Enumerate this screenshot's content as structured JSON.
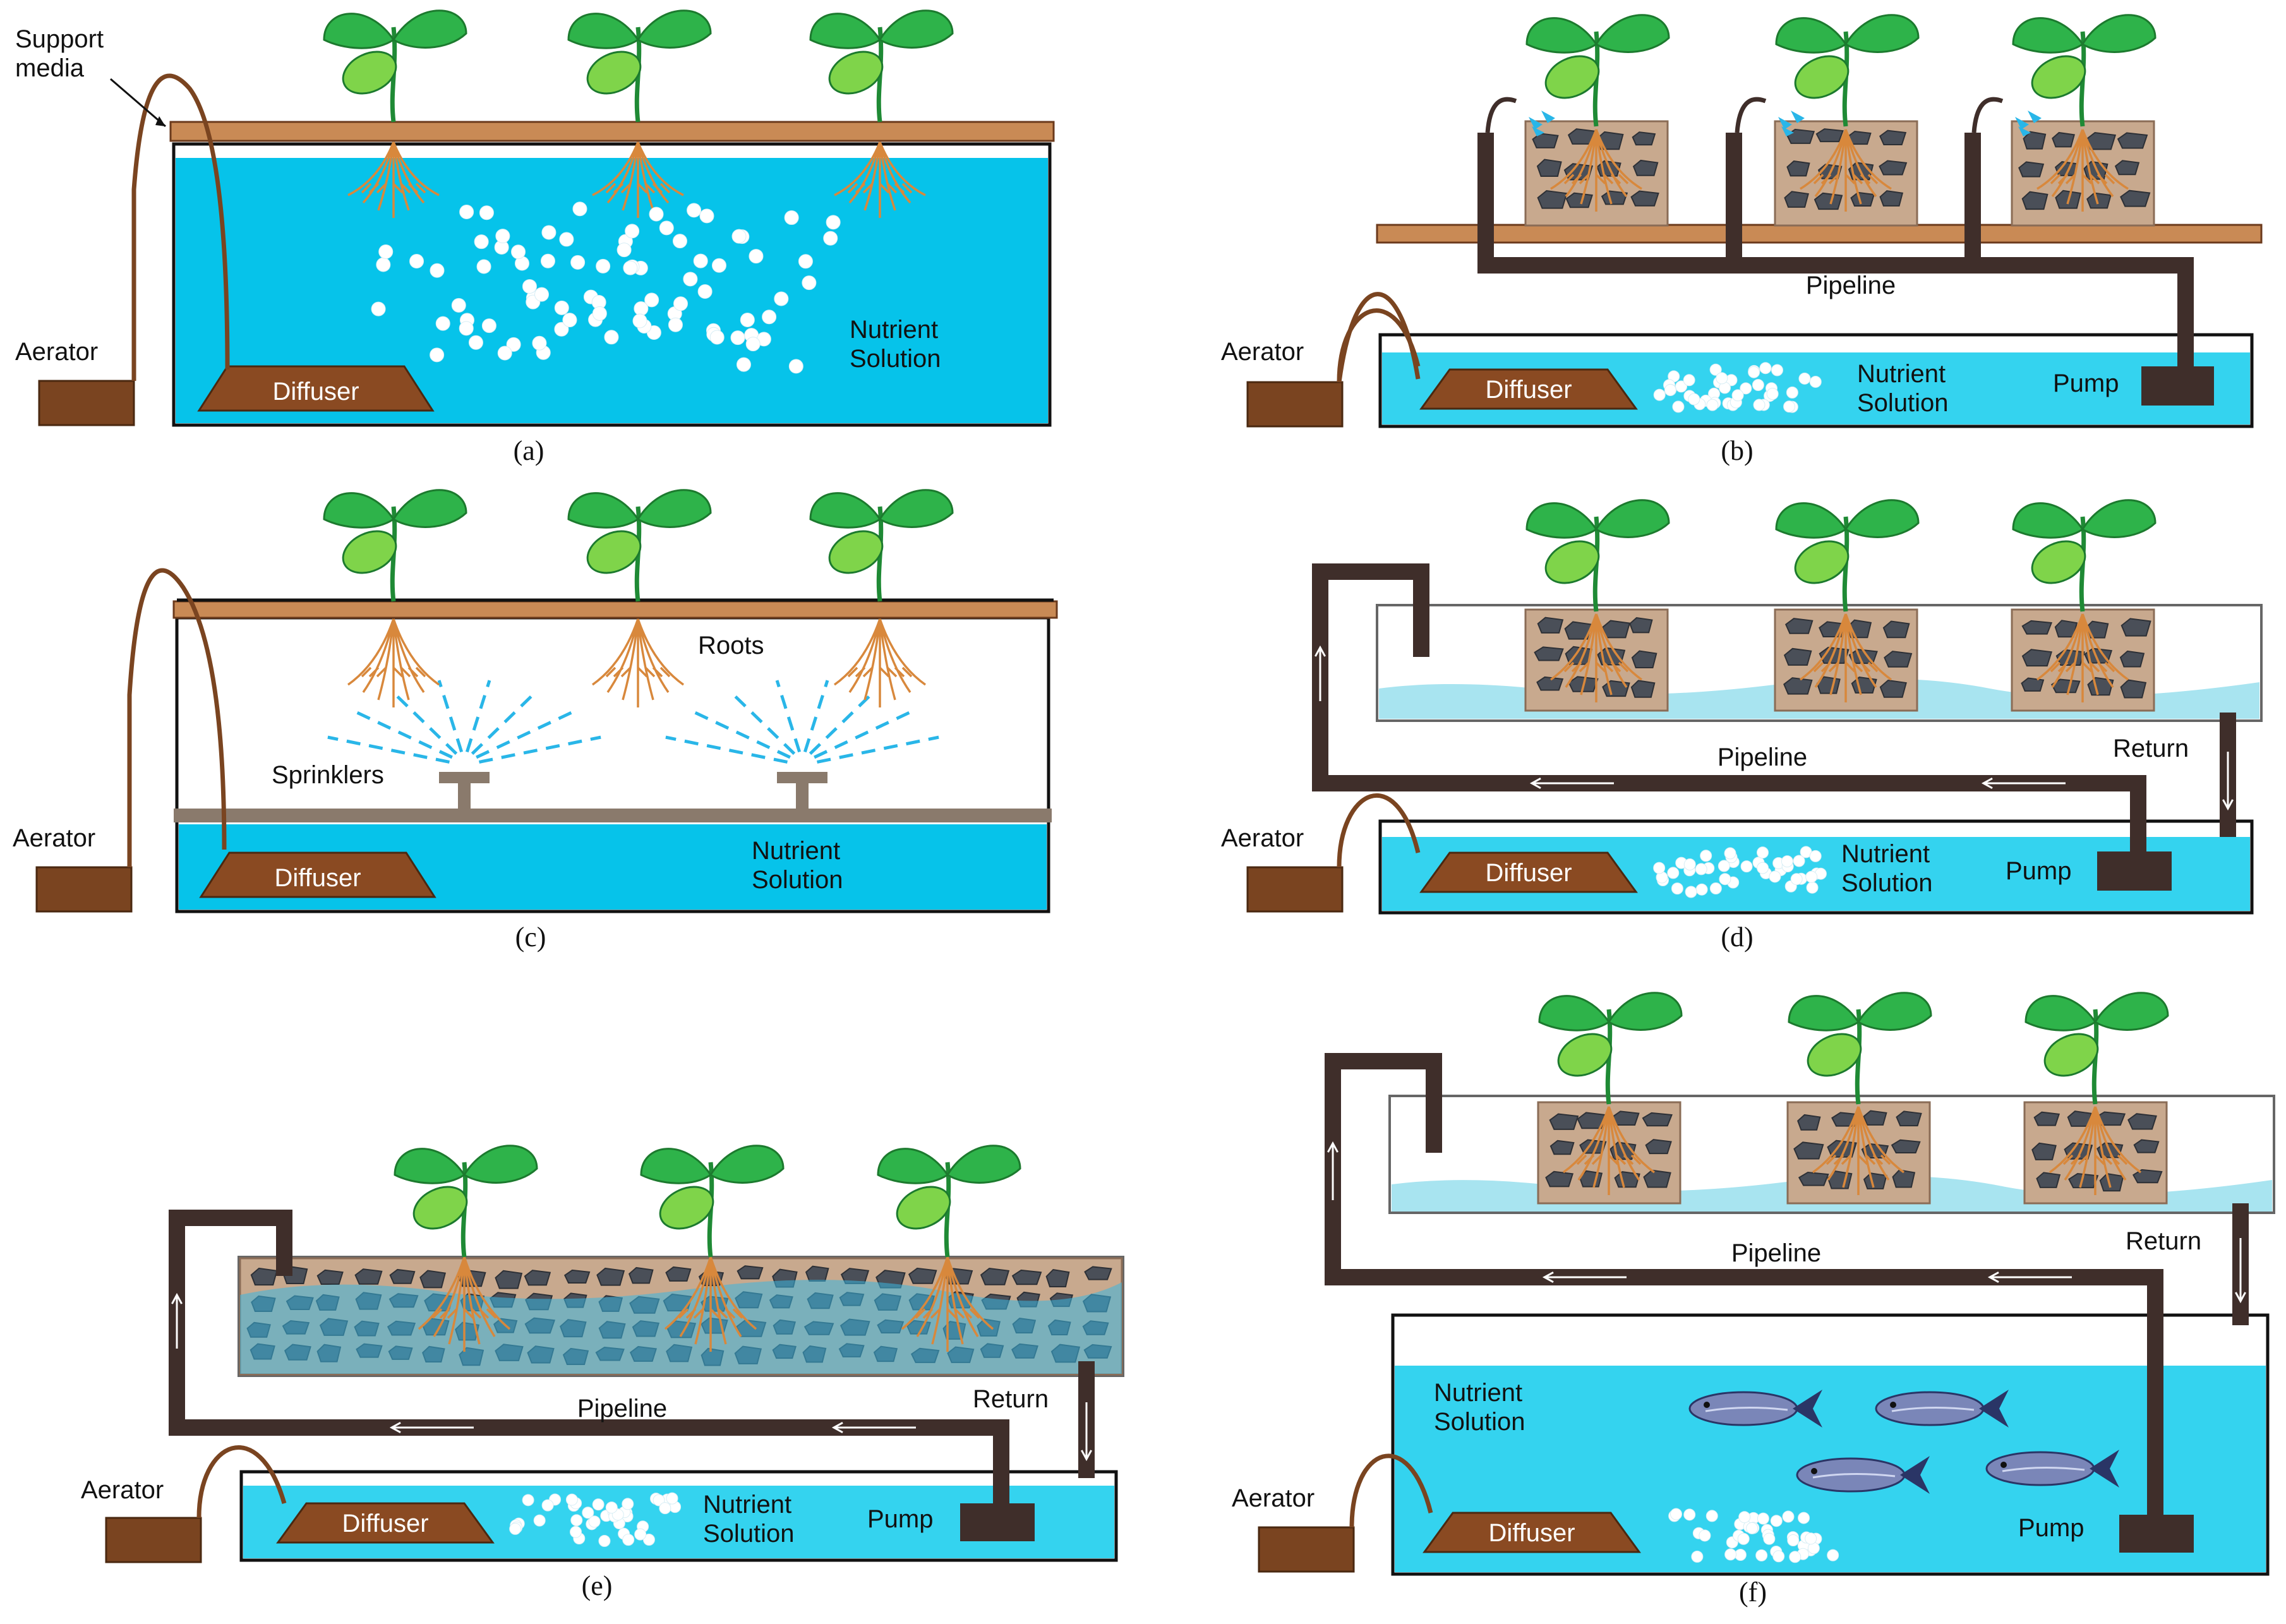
{
  "colors": {
    "water": "#06c3ea",
    "water_light": "#34d3ef",
    "water_pale": "#a8e4f0",
    "wood": "#c98a55",
    "wood_edge": "#6b3a1c",
    "pipe": "#3f2e2a",
    "aerator": "#7a4420",
    "diffuser": "#8a4a22",
    "bubble": "#ffffff",
    "leaf": "#2eb34a",
    "leaf_light": "#7fd44a",
    "root": "#d8883c",
    "media": "#c8a98e",
    "rock": "#4a4f58",
    "spray": "#29b6e8",
    "gray_bar": "#8a7a6c",
    "fish": "#7a86b8"
  },
  "panels": [
    {
      "caption": "(a)",
      "labels": {
        "support_media": "Support\nmedia",
        "aerator": "Aerator",
        "diffuser": "Diffuser",
        "nutrient": "Nutrient\nSolution"
      }
    },
    {
      "caption": "(b)",
      "labels": {
        "aerator": "Aerator",
        "diffuser": "Diffuser",
        "nutrient": "Nutrient\nSolution",
        "pump": "Pump",
        "pipeline": "Pipeline"
      }
    },
    {
      "caption": "(c)",
      "labels": {
        "aerator": "Aerator",
        "diffuser": "Diffuser",
        "nutrient": "Nutrient\nSolution",
        "roots": "Roots",
        "sprinklers": "Sprinklers"
      }
    },
    {
      "caption": "(d)",
      "labels": {
        "aerator": "Aerator",
        "diffuser": "Diffuser",
        "nutrient": "Nutrient\nSolution",
        "pump": "Pump",
        "pipeline": "Pipeline",
        "return": "Return"
      }
    },
    {
      "caption": "(e)",
      "labels": {
        "aerator": "Aerator",
        "diffuser": "Diffuser",
        "nutrient": "Nutrient\nSolution",
        "pump": "Pump",
        "pipeline": "Pipeline",
        "return": "Return"
      }
    },
    {
      "caption": "(f)",
      "labels": {
        "aerator": "Aerator",
        "diffuser": "Diffuser",
        "nutrient": "Nutrient\nSolution",
        "pump": "Pump",
        "pipeline": "Pipeline",
        "return": "Return"
      }
    }
  ]
}
